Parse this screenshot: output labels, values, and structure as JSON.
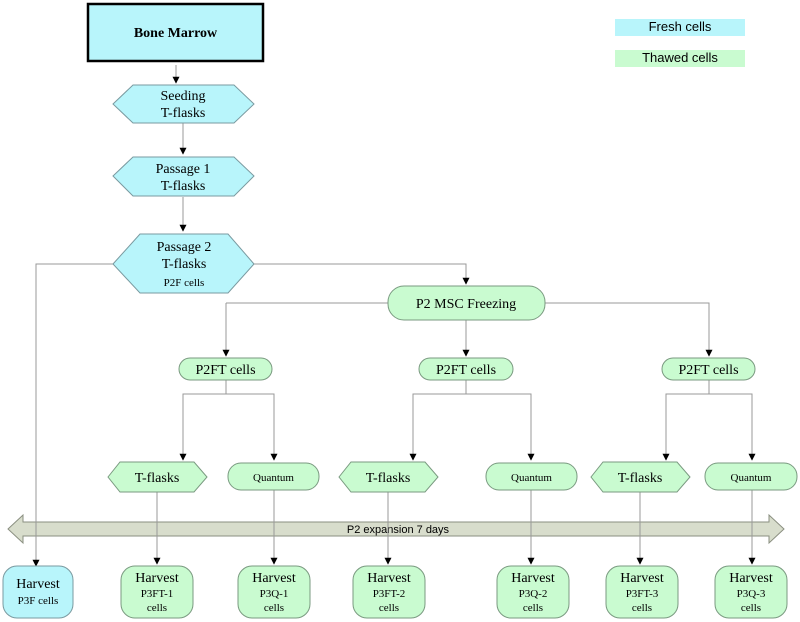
{
  "colors": {
    "fresh": "#b8f5fb",
    "thawed": "#c9fbd0",
    "line": "#999999",
    "arrow": "#000000",
    "banner": "#d8ddcc"
  },
  "legend": {
    "fresh": "Fresh cells",
    "thawed": "Thawed cells"
  },
  "top": {
    "bone_marrow": "Bone Marrow",
    "seeding_1": "Seeding",
    "seeding_2": "T-flasks",
    "passage1_1": "Passage 1",
    "passage1_2": "T-flasks",
    "passage2_1": "Passage 2",
    "passage2_2": "T-flasks",
    "passage2_3": "P2F cells",
    "freezing": "P2 MSC Freezing"
  },
  "p2ft": [
    "P2FT cells",
    "P2FT cells",
    "P2FT cells"
  ],
  "tflasks": [
    "T-flasks",
    "T-flasks",
    "T-flasks"
  ],
  "quantum": [
    "Quantum",
    "Quantum",
    "Quantum"
  ],
  "banner": "P2 expansion 7 days",
  "harvest": {
    "title": "Harvest",
    "fresh_sub": "P3F cells",
    "items": [
      {
        "sub1": "P3FT-1",
        "sub2": "cells"
      },
      {
        "sub1": "P3Q-1",
        "sub2": "cells"
      },
      {
        "sub1": "P3FT-2",
        "sub2": "cells"
      },
      {
        "sub1": "P3Q-2",
        "sub2": "cells"
      },
      {
        "sub1": "P3FT-3",
        "sub2": "cells"
      },
      {
        "sub1": "P3Q-3",
        "sub2": "cells"
      }
    ]
  }
}
